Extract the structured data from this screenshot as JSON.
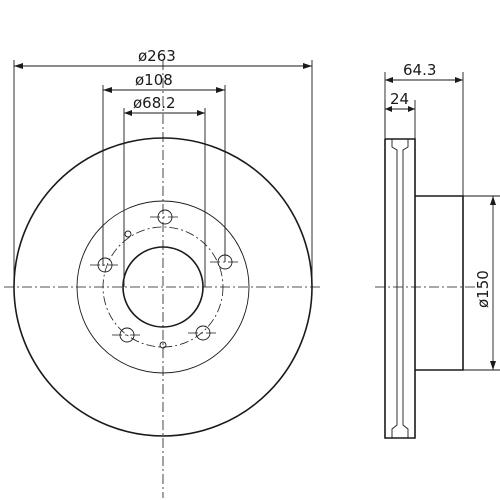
{
  "dimensions": {
    "outer_diameter": "ø263",
    "bolt_circle_diameter": "ø108",
    "center_bore_diameter": "ø68.2",
    "total_height": "64.3",
    "disc_thickness": "24",
    "hub_diameter": "ø150"
  },
  "colors": {
    "line": "#1a1a1a",
    "background": "#ffffff"
  }
}
